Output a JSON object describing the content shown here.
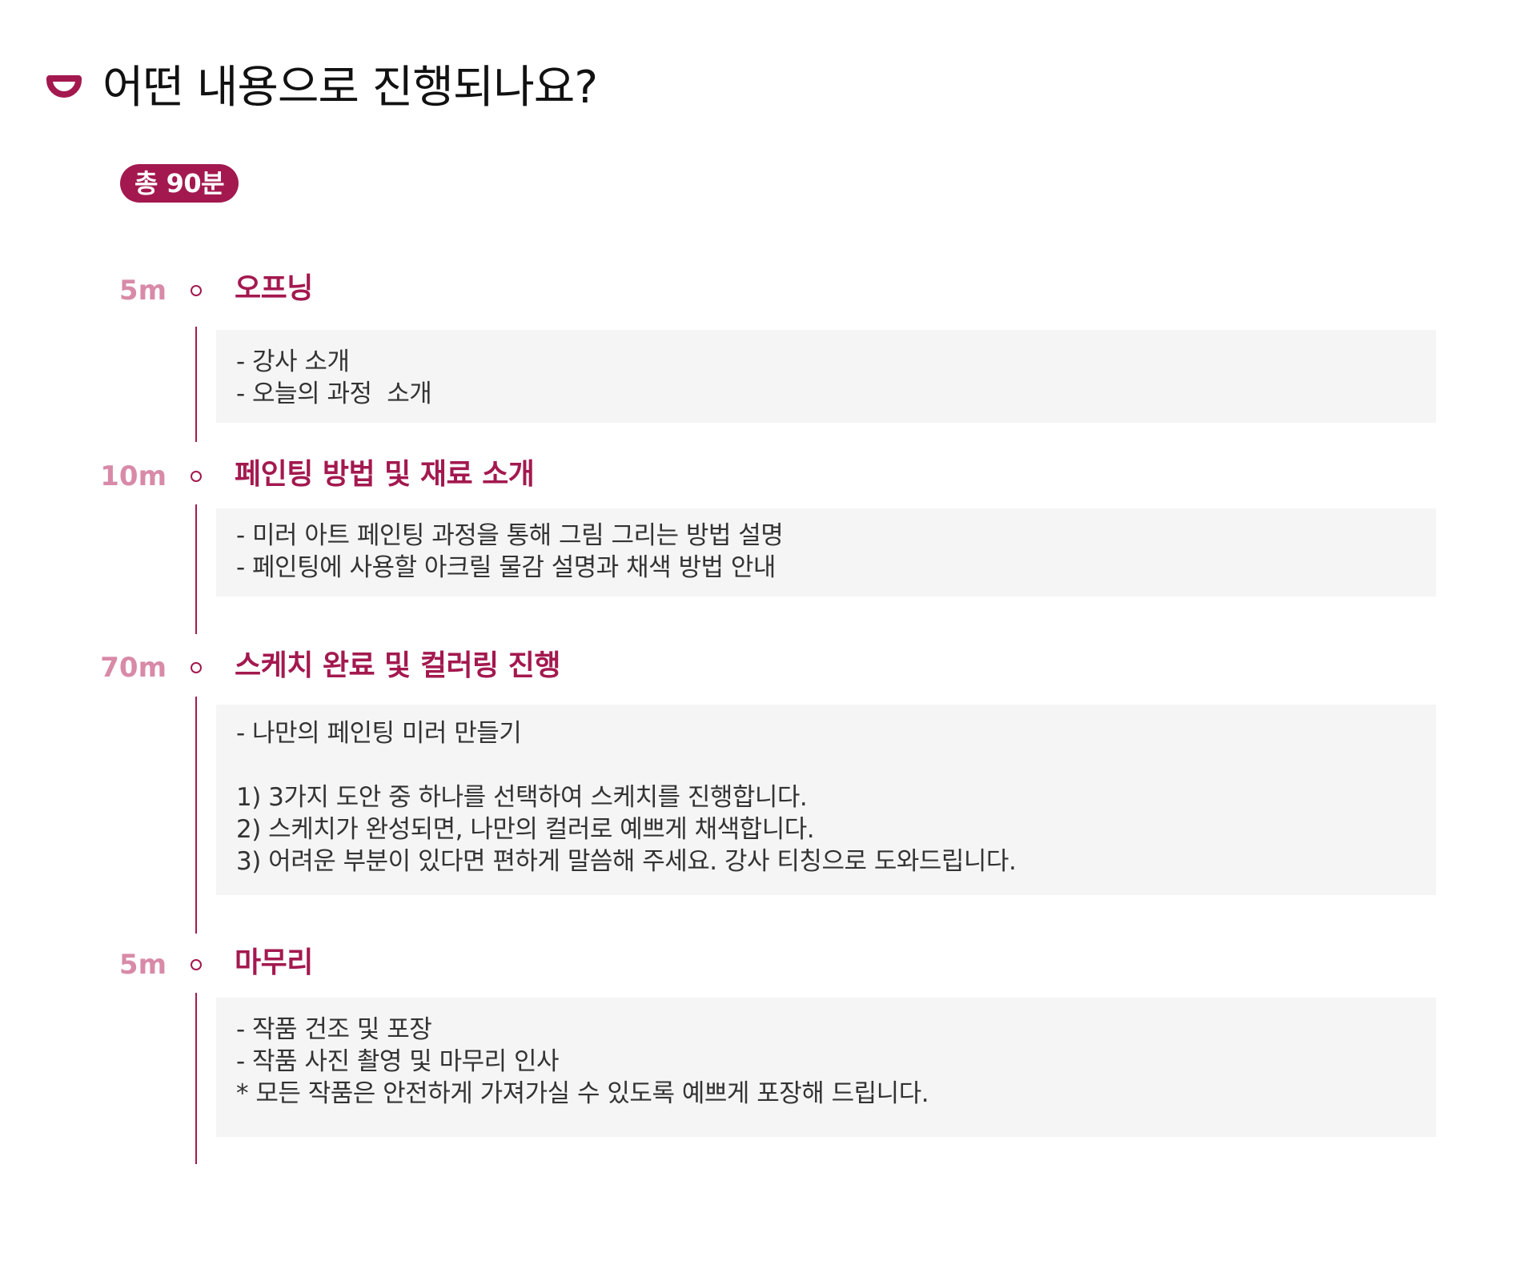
{
  "header": {
    "title": "어떤 내용으로 진행되나요?",
    "accent_color": "#a3194f"
  },
  "badge": {
    "label": "총 90분"
  },
  "steps": [
    {
      "duration": "5m",
      "title": "오프닝",
      "lines": [
        "- 강사 소개",
        "- 오늘의 과정  소개"
      ]
    },
    {
      "duration": "10m",
      "title": "페인팅 방법 및 재료 소개",
      "lines": [
        "- 미러 아트 페인팅 과정을 통해 그림 그리는 방법 설명",
        "- 페인팅에 사용할 아크릴 물감 설명과 채색 방법 안내"
      ]
    },
    {
      "duration": "70m",
      "title": "스케치 완료 및 컬러링 진행",
      "lines": [
        "- 나만의 페인팅 미러 만들기",
        "1) 3가지 도안 중 하나를 선택하여 스케치를 진행합니다.",
        "2) 스케치가 완성되면, 나만의 컬러로 예쁘게 채색합니다.",
        "3) 어려운 부분이 있다면 편하게 말씀해 주세요. 강사 티칭으로 도와드립니다."
      ]
    },
    {
      "duration": "5m",
      "title": "마무리",
      "lines": [
        "- 작품 건조 및 포장",
        "- 작품 사진 촬영 및 마무리 인사",
        "* 모든 작품은 안전하게 가져가실 수 있도록 예쁘게 포장해 드립니다."
      ]
    }
  ]
}
